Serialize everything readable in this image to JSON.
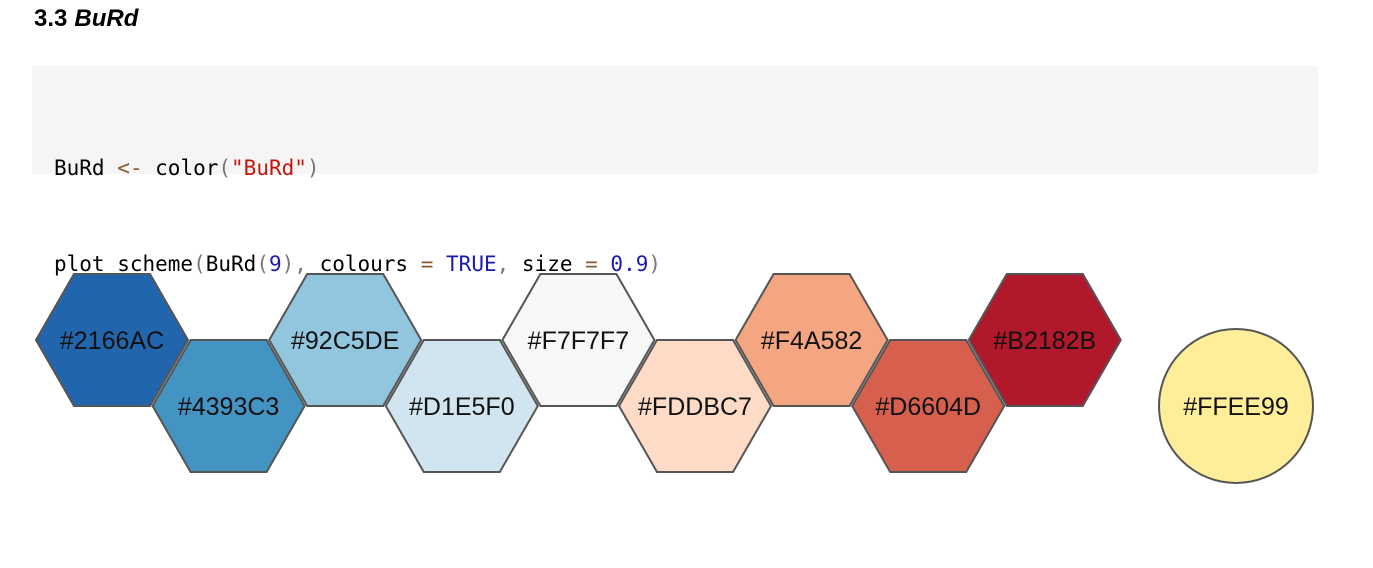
{
  "heading": {
    "number": "3.3",
    "title": "BuRd"
  },
  "code": {
    "line1": [
      {
        "t": "BuRd",
        "k": "plain"
      },
      {
        "t": " <- ",
        "k": "op"
      },
      {
        "t": "color",
        "k": "plain"
      },
      {
        "t": "(",
        "k": "punct"
      },
      {
        "t": "\"BuRd\"",
        "k": "str"
      },
      {
        "t": ")",
        "k": "punct"
      }
    ],
    "line2": [
      {
        "t": "plot_scheme",
        "k": "plain"
      },
      {
        "t": "(",
        "k": "punct"
      },
      {
        "t": "BuRd",
        "k": "plain"
      },
      {
        "t": "(",
        "k": "punct"
      },
      {
        "t": "9",
        "k": "num"
      },
      {
        "t": ")",
        "k": "punct"
      },
      {
        "t": ", ",
        "k": "punct"
      },
      {
        "t": "colours",
        "k": "plain"
      },
      {
        "t": " = ",
        "k": "op"
      },
      {
        "t": "TRUE",
        "k": "const"
      },
      {
        "t": ", ",
        "k": "punct"
      },
      {
        "t": "size",
        "k": "plain"
      },
      {
        "t": " = ",
        "k": "op"
      },
      {
        "t": "0.9",
        "k": "num"
      },
      {
        "t": ")",
        "k": "punct"
      }
    ]
  },
  "scheme": {
    "colours": [
      {
        "label": "#2166AC",
        "fill": "#2166AC"
      },
      {
        "label": "#4393C3",
        "fill": "#4393C3"
      },
      {
        "label": "#92C5DE",
        "fill": "#92C5DE"
      },
      {
        "label": "#D1E5F0",
        "fill": "#D1E5F0"
      },
      {
        "label": "#F7F7F7",
        "fill": "#F7F7F7"
      },
      {
        "label": "#FDDBC7",
        "fill": "#FDDBC7"
      },
      {
        "label": "#F4A582",
        "fill": "#F4A582"
      },
      {
        "label": "#D6604D",
        "fill": "#D6604D"
      },
      {
        "label": "#B2182B",
        "fill": "#B2182B"
      }
    ],
    "na_colour": {
      "label": "#FFEE99",
      "fill": "#FFEE99"
    },
    "outline_colour": "#555555"
  }
}
